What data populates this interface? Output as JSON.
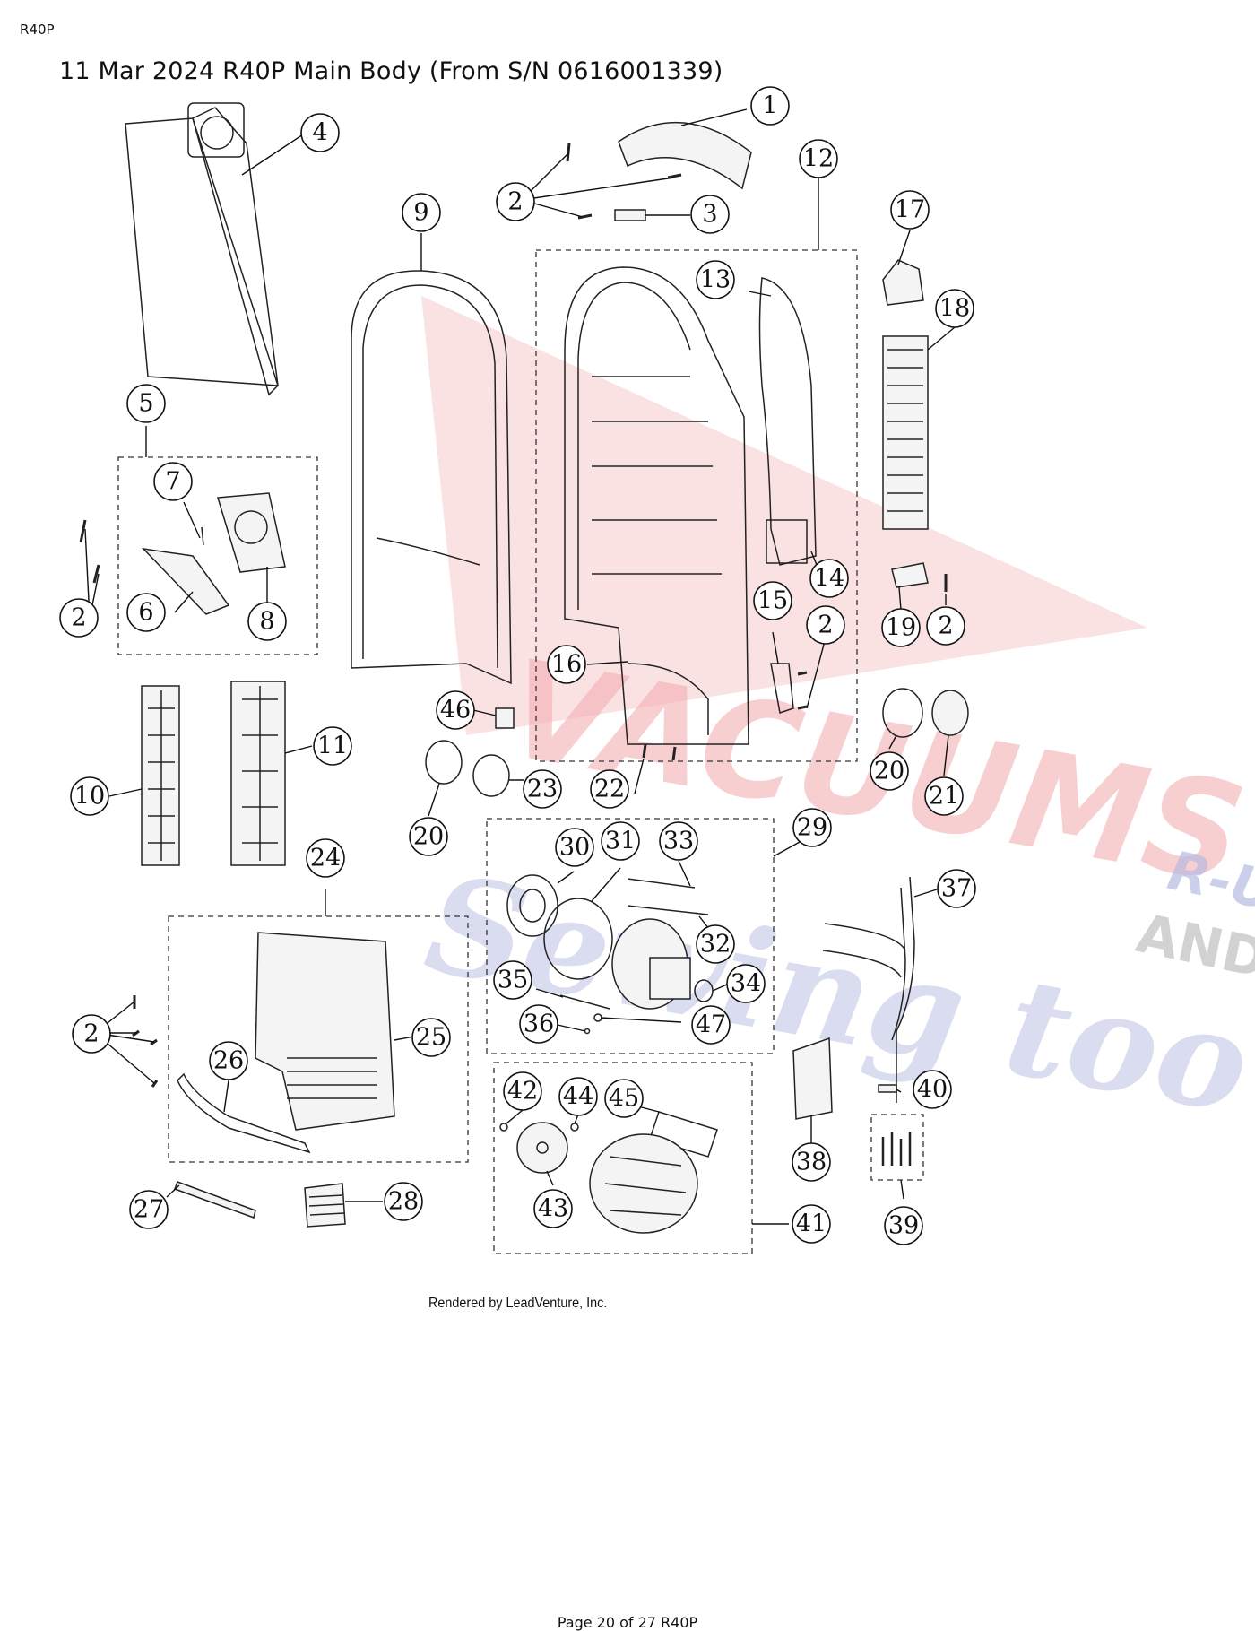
{
  "header": {
    "code": "R40P"
  },
  "title": "11 Mar 2024 R40P Main Body (From S/N 0616001339)",
  "credit": "Rendered by LeadVenture, Inc.",
  "footer": "Page 20 of 27 R40P",
  "watermark": {
    "line1": "VACUUMS",
    "line2": "R-U",
    "line3": "AND",
    "script": "Sewing too",
    "colors": {
      "red": "#e8636a",
      "blue": "#7b82c6",
      "gray": "#9a9a9a"
    }
  },
  "callouts": [
    {
      "id": "c1",
      "num": "1"
    },
    {
      "id": "c2a",
      "num": "2"
    },
    {
      "id": "c3",
      "num": "3"
    },
    {
      "id": "c4",
      "num": "4"
    },
    {
      "id": "c5",
      "num": "5"
    },
    {
      "id": "c6",
      "num": "6"
    },
    {
      "id": "c7",
      "num": "7"
    },
    {
      "id": "c8",
      "num": "8"
    },
    {
      "id": "c2b",
      "num": "2"
    },
    {
      "id": "c9",
      "num": "9"
    },
    {
      "id": "c10",
      "num": "10"
    },
    {
      "id": "c11",
      "num": "11"
    },
    {
      "id": "c12",
      "num": "12"
    },
    {
      "id": "c13",
      "num": "13"
    },
    {
      "id": "c14",
      "num": "14"
    },
    {
      "id": "c15",
      "num": "15"
    },
    {
      "id": "c2c",
      "num": "2"
    },
    {
      "id": "c16",
      "num": "16"
    },
    {
      "id": "c17",
      "num": "17"
    },
    {
      "id": "c18",
      "num": "18"
    },
    {
      "id": "c19",
      "num": "19"
    },
    {
      "id": "c2d",
      "num": "2"
    },
    {
      "id": "c20a",
      "num": "20"
    },
    {
      "id": "c21",
      "num": "21"
    },
    {
      "id": "c46",
      "num": "46"
    },
    {
      "id": "c23",
      "num": "23"
    },
    {
      "id": "c20b",
      "num": "20"
    },
    {
      "id": "c22",
      "num": "22"
    },
    {
      "id": "c29",
      "num": "29"
    },
    {
      "id": "c30",
      "num": "30"
    },
    {
      "id": "c31",
      "num": "31"
    },
    {
      "id": "c33",
      "num": "33"
    },
    {
      "id": "c32",
      "num": "32"
    },
    {
      "id": "c34",
      "num": "34"
    },
    {
      "id": "c35",
      "num": "35"
    },
    {
      "id": "c36",
      "num": "36"
    },
    {
      "id": "c47",
      "num": "47"
    },
    {
      "id": "c24",
      "num": "24"
    },
    {
      "id": "c25",
      "num": "25"
    },
    {
      "id": "c26",
      "num": "26"
    },
    {
      "id": "c2e",
      "num": "2"
    },
    {
      "id": "c27",
      "num": "27"
    },
    {
      "id": "c28",
      "num": "28"
    },
    {
      "id": "c42",
      "num": "42"
    },
    {
      "id": "c44",
      "num": "44"
    },
    {
      "id": "c45",
      "num": "45"
    },
    {
      "id": "c43",
      "num": "43"
    },
    {
      "id": "c41",
      "num": "41"
    },
    {
      "id": "c37",
      "num": "37"
    },
    {
      "id": "c38",
      "num": "38"
    },
    {
      "id": "c40",
      "num": "40"
    },
    {
      "id": "c39",
      "num": "39"
    }
  ]
}
